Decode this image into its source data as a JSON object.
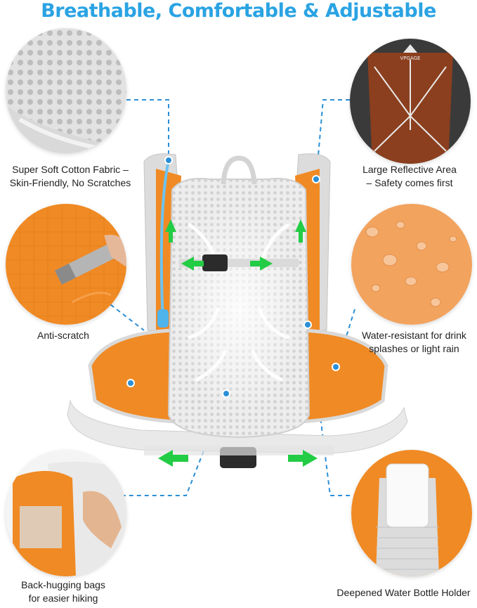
{
  "headline": "Breathable, Comfortable & Adjustable",
  "brand_text": "VPGAGE",
  "colors": {
    "title": "#2aa3e3",
    "callout_line": "#2a8fd6",
    "arrow": "#22cc44",
    "orange": "#f08a24",
    "mesh": "#e6e6e6"
  },
  "features": {
    "soft_fabric": {
      "line1": "Super Soft Cotton Fabric –",
      "line2": "Skin-Friendly, No Scratches"
    },
    "reflective": {
      "line1": "Large Reflective Area",
      "line2": "– Safety comes first"
    },
    "anti_scratch": {
      "line1": "Anti-scratch"
    },
    "water_resistant": {
      "line1": "Water-resistant for drink",
      "line2": "splashes or light rain"
    },
    "back_hugging": {
      "line1": "Back-hugging bags",
      "line2": "for easier hiking"
    },
    "bottle_holder": {
      "line1": "Deepened Water Bottle Holder"
    }
  }
}
